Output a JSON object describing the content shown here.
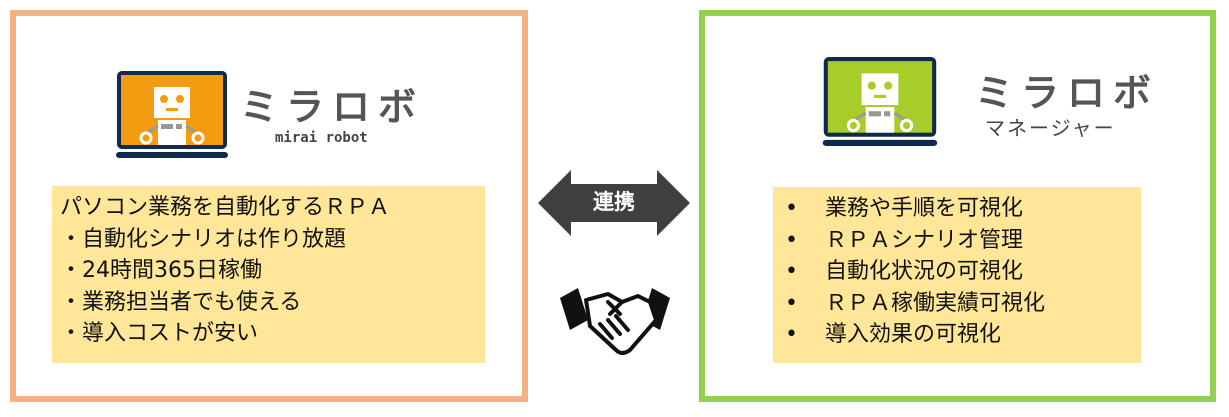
{
  "left": {
    "title": "ミラロボ",
    "subtitle": "mirai robot",
    "items": [
      "パソコン業務を自動化するＲＰＡ",
      "・自動化シナリオは作り放題",
      "・24時間365日稼働",
      "・業務担当者でも使える",
      "・導入コストが安い"
    ],
    "screen_color": "#f39c12"
  },
  "right": {
    "title": "ミラロボ",
    "subtitle": "マネージャー",
    "bullet": "•",
    "items": [
      "業務や手順を可視化",
      "ＲＰＡシナリオ管理",
      "自動化状況の可視化",
      "ＲＰＡ稼働実績可視化",
      "導入効果の可視化"
    ],
    "screen_color": "#a8cc2a"
  },
  "center": {
    "label": "連携",
    "icon": "handshake-icon"
  }
}
